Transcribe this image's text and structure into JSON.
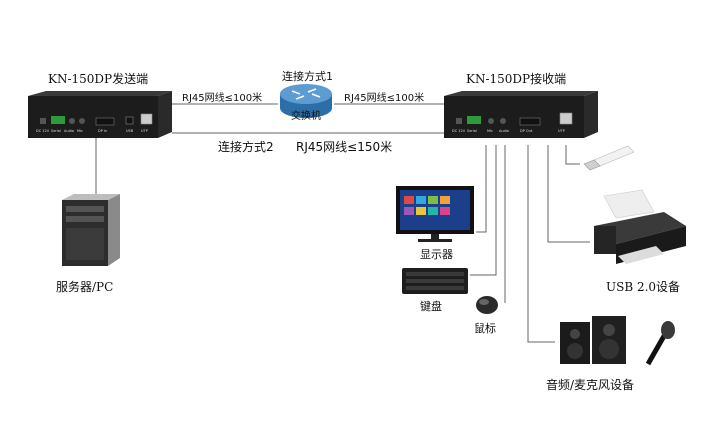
{
  "sender": {
    "title": "KN-150DP发送端",
    "ports": [
      "DC 12V",
      "Serial",
      "Audio",
      "Mic",
      "DP In",
      "USB",
      "UTP"
    ]
  },
  "receiver": {
    "title": "KN-150DP接收端",
    "ports": [
      "DC 12V",
      "Serial",
      "Mic",
      "Audio",
      "DP Out",
      "UTP"
    ]
  },
  "connection1": {
    "title": "连接方式1",
    "left_cable": "RJ45网线≤100米",
    "right_cable": "RJ45网线≤100米",
    "switch_label": "交换机"
  },
  "connection2": {
    "label": "连接方式2",
    "cable": "RJ45网线≤150米"
  },
  "devices": {
    "server": "服务器/PC",
    "monitor": "显示器",
    "keyboard": "键盘",
    "mouse": "鼠标",
    "usb": "USB 2.0设备",
    "audio": "音频/麦克风设备"
  }
}
